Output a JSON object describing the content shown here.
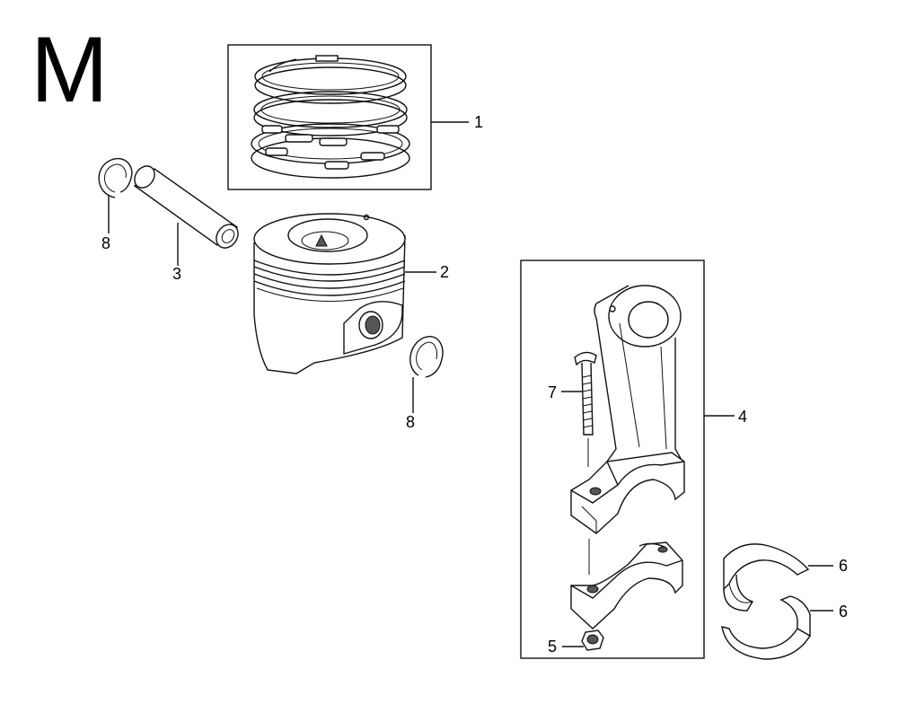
{
  "page_letter": "M",
  "callouts": [
    {
      "id": "1",
      "label": "1"
    },
    {
      "id": "2",
      "label": "2"
    },
    {
      "id": "3",
      "label": "3"
    },
    {
      "id": "4",
      "label": "4"
    },
    {
      "id": "5",
      "label": "5"
    },
    {
      "id": "6a",
      "label": "6"
    },
    {
      "id": "6b",
      "label": "6"
    },
    {
      "id": "7",
      "label": "7"
    },
    {
      "id": "8a",
      "label": "8"
    },
    {
      "id": "8b",
      "label": "8"
    }
  ]
}
